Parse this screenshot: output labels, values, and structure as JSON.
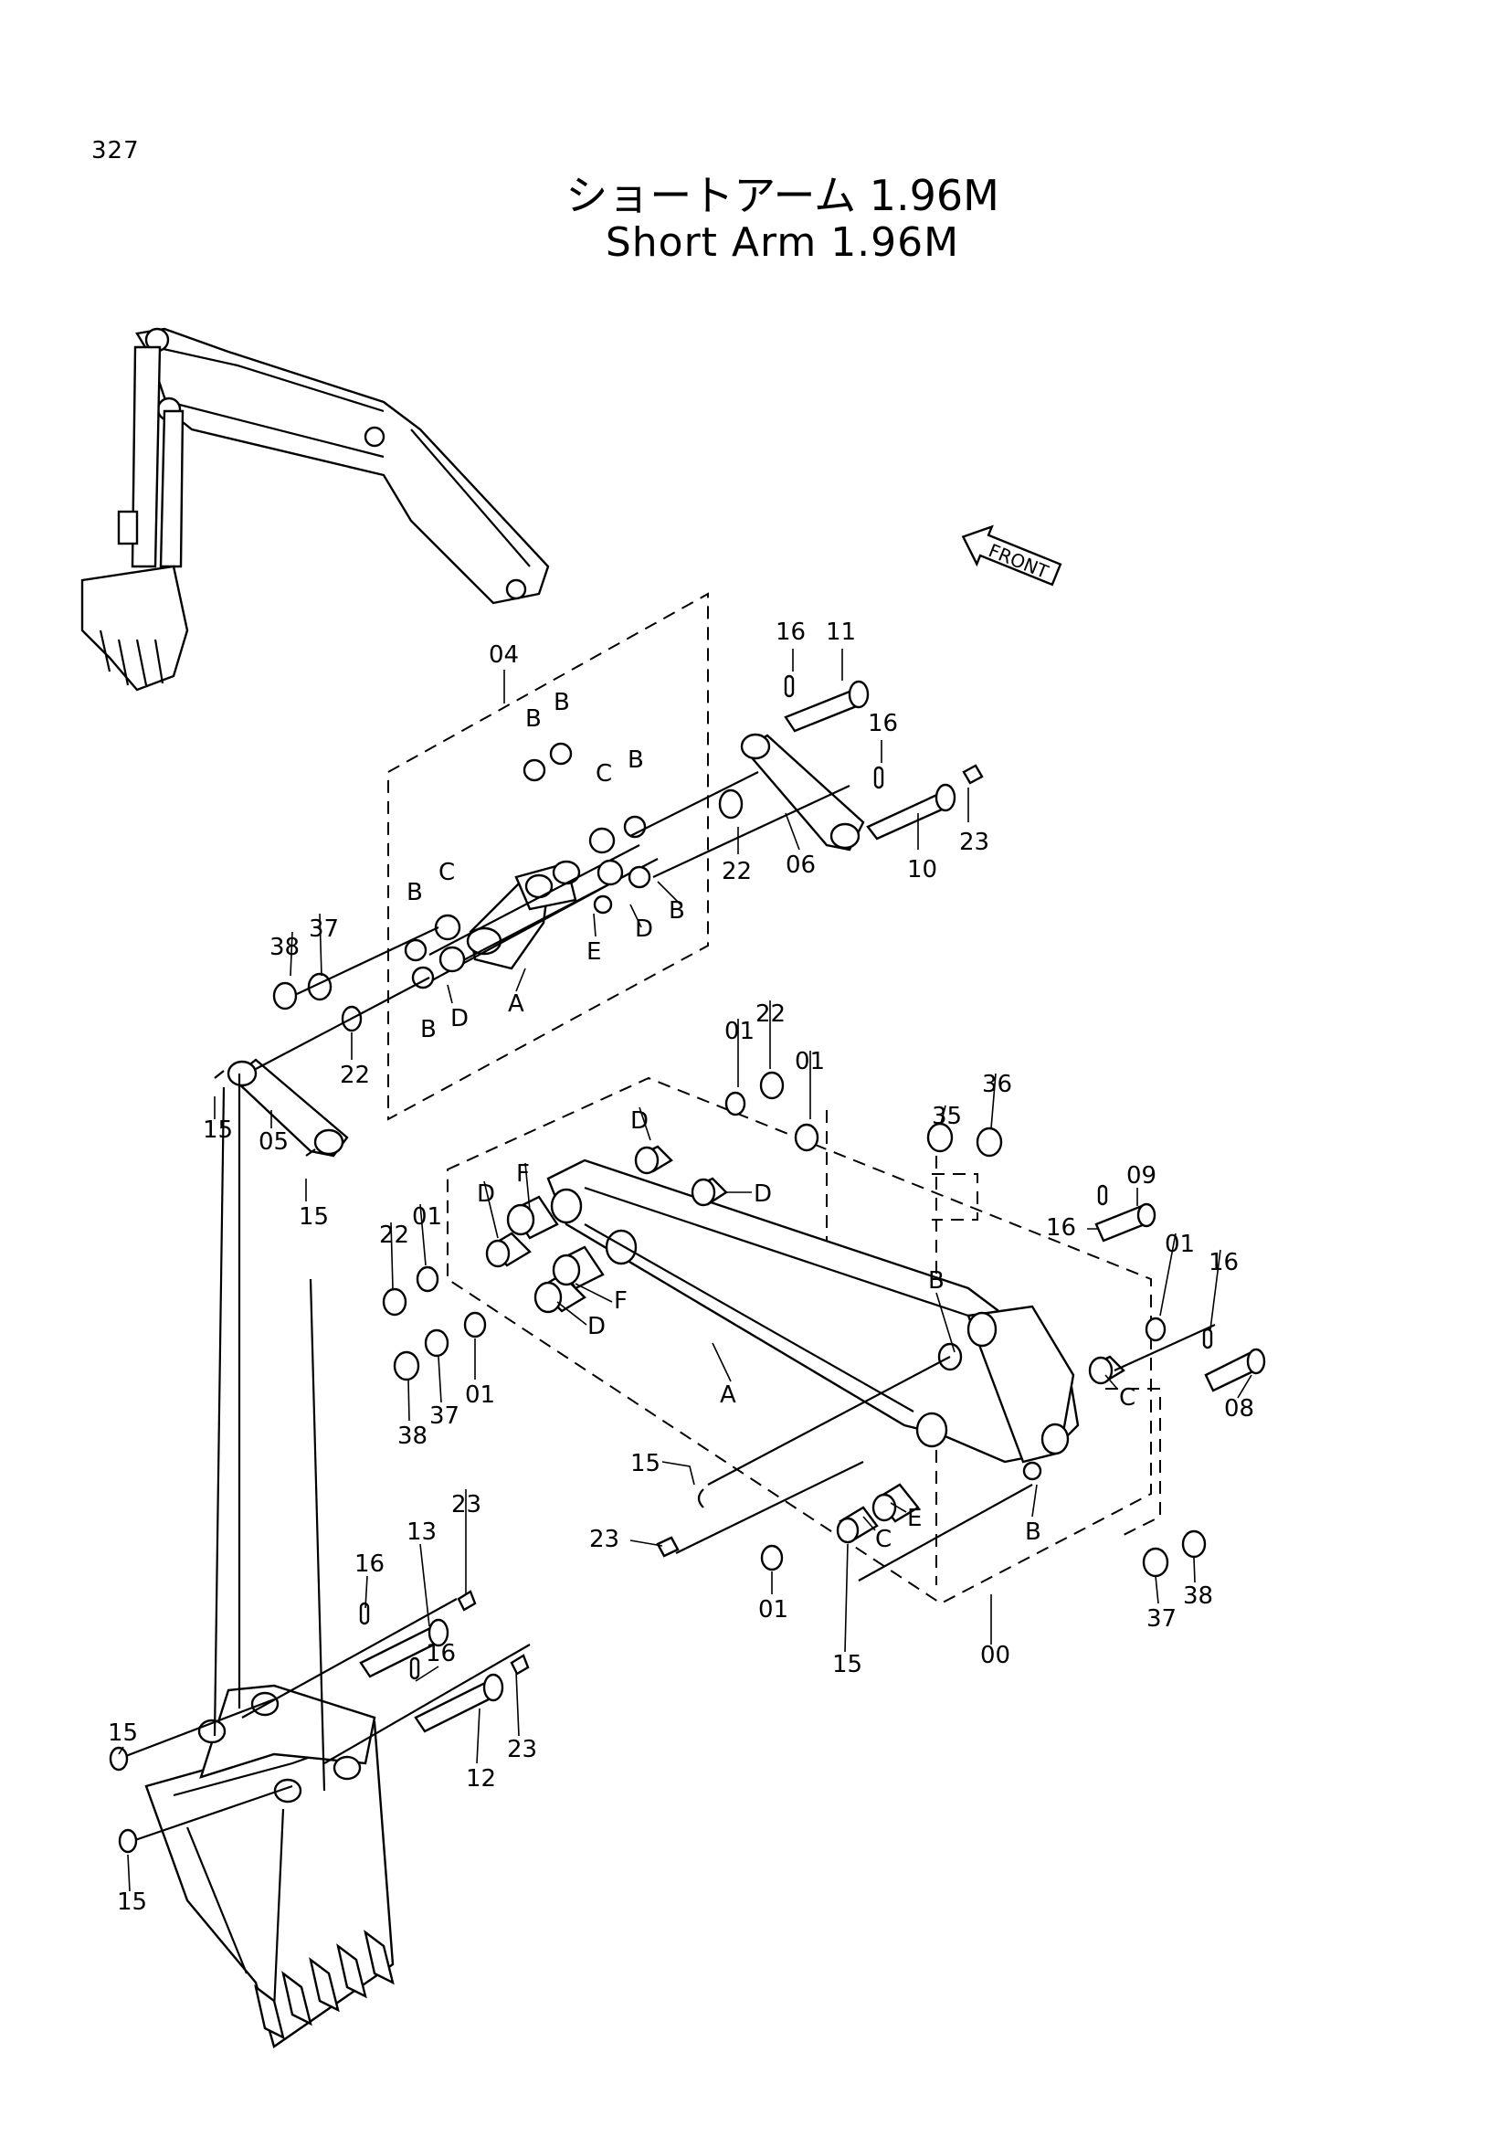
{
  "page_number": "327",
  "title_jp": "ショートアーム 1.96M",
  "title_en": "Short Arm 1.96M",
  "front_label": "FRONT",
  "callouts": [
    {
      "id": "c-04",
      "text": "04"
    },
    {
      "id": "c-16a",
      "text": "16"
    },
    {
      "id": "c-11",
      "text": "11"
    },
    {
      "id": "c-16b",
      "text": "16"
    },
    {
      "id": "c-10",
      "text": "10"
    },
    {
      "id": "c-23a",
      "text": "23"
    },
    {
      "id": "c-06",
      "text": "06"
    },
    {
      "id": "c-22a",
      "text": "22"
    },
    {
      "id": "c-Ba",
      "text": "B"
    },
    {
      "id": "c-Bb",
      "text": "B"
    },
    {
      "id": "c-Cb",
      "text": "C"
    },
    {
      "id": "c-Bc",
      "text": "B"
    },
    {
      "id": "c-Da",
      "text": "D"
    },
    {
      "id": "c-Bd",
      "text": "B"
    },
    {
      "id": "c-Ea",
      "text": "E"
    },
    {
      "id": "c-Aa",
      "text": "A"
    },
    {
      "id": "c-Ca",
      "text": "C"
    },
    {
      "id": "c-Be",
      "text": "B"
    },
    {
      "id": "c-Db",
      "text": "D"
    },
    {
      "id": "c-Bf",
      "text": "B"
    },
    {
      "id": "c-38a",
      "text": "38"
    },
    {
      "id": "c-37a",
      "text": "37"
    },
    {
      "id": "c-22b",
      "text": "22"
    },
    {
      "id": "c-15a",
      "text": "15"
    },
    {
      "id": "c-05",
      "text": "05"
    },
    {
      "id": "c-15b",
      "text": "15"
    },
    {
      "id": "c-01a",
      "text": "01"
    },
    {
      "id": "c-22c",
      "text": "22"
    },
    {
      "id": "c-01b",
      "text": "01"
    },
    {
      "id": "c-Dc",
      "text": "D"
    },
    {
      "id": "c-Dd",
      "text": "D"
    },
    {
      "id": "c-De",
      "text": "D"
    },
    {
      "id": "c-F1",
      "text": "F"
    },
    {
      "id": "c-01c",
      "text": "01"
    },
    {
      "id": "c-22d",
      "text": "22"
    },
    {
      "id": "c-F2",
      "text": "F"
    },
    {
      "id": "c-Df",
      "text": "D"
    },
    {
      "id": "c-38b",
      "text": "38"
    },
    {
      "id": "c-37b",
      "text": "37"
    },
    {
      "id": "c-01d",
      "text": "01"
    },
    {
      "id": "c-Ab",
      "text": "A"
    },
    {
      "id": "c-35",
      "text": "35"
    },
    {
      "id": "c-36",
      "text": "36"
    },
    {
      "id": "c-09",
      "text": "09"
    },
    {
      "id": "c-16c",
      "text": "16"
    },
    {
      "id": "c-01e",
      "text": "01"
    },
    {
      "id": "c-16d",
      "text": "16"
    },
    {
      "id": "c-Bg",
      "text": "B"
    },
    {
      "id": "c-Cc",
      "text": "C"
    },
    {
      "id": "c-08",
      "text": "08"
    },
    {
      "id": "c-15c",
      "text": "15"
    },
    {
      "id": "c-23b",
      "text": "23"
    },
    {
      "id": "c-Cd",
      "text": "C"
    },
    {
      "id": "c-Eb",
      "text": "E"
    },
    {
      "id": "c-Bh",
      "text": "B"
    },
    {
      "id": "c-01f",
      "text": "01"
    },
    {
      "id": "c-15d",
      "text": "15"
    },
    {
      "id": "c-00",
      "text": "00"
    },
    {
      "id": "c-37c",
      "text": "37"
    },
    {
      "id": "c-38c",
      "text": "38"
    },
    {
      "id": "c-16e",
      "text": "16"
    },
    {
      "id": "c-13",
      "text": "13"
    },
    {
      "id": "c-23c",
      "text": "23"
    },
    {
      "id": "c-16f",
      "text": "16"
    },
    {
      "id": "c-23d",
      "text": "23"
    },
    {
      "id": "c-12",
      "text": "12"
    },
    {
      "id": "c-15e",
      "text": "15"
    },
    {
      "id": "c-15f",
      "text": "15"
    }
  ]
}
